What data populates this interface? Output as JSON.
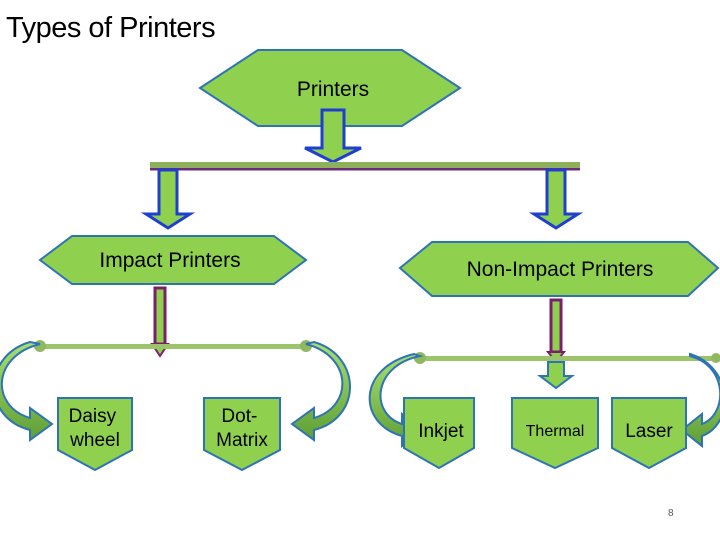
{
  "slide": {
    "title": "Types of Printers",
    "page_number": "8"
  },
  "colors": {
    "box_fill": "#8FD14F",
    "box_border": "#2E74B5",
    "arrow_fill": "#8FD14F",
    "arrow_border": "#1F3FD0",
    "bar_fill": "#8DB05A",
    "bar_underline": "#6B2C7A",
    "connector": "#7A1F6B",
    "curve_fill": "#8FD14F",
    "curve_dark": "#4A8A2A"
  },
  "diagram": {
    "root": {
      "label": "Printers"
    },
    "categories": [
      {
        "label": "Impact Printers",
        "children": [
          "Daisy wheel",
          "Dot-Matrix"
        ]
      },
      {
        "label": "Non-Impact Printers",
        "children": [
          "Inkjet",
          "Thermal",
          "Laser"
        ]
      }
    ]
  }
}
